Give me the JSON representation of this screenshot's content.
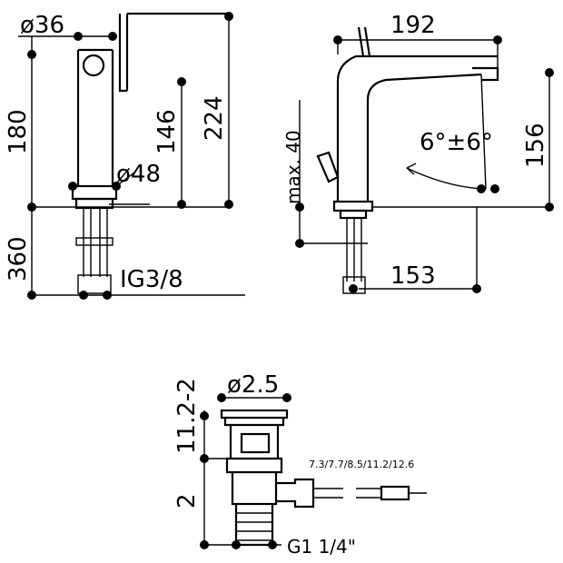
{
  "labels": {
    "diam_top": "ø36",
    "dim_180": "180",
    "dim_146": "146",
    "dim_224": "224",
    "diam_base": "ø48",
    "dim_360": "360",
    "thread_hose": "IG3/8",
    "dim_192": "192",
    "dim_max40": "max. 40",
    "angle": "6°±6°",
    "dim_156": "156",
    "dim_153": "153",
    "diam_drain": "ø2.5",
    "dim_drain_top": "11.2-2",
    "dim_drain_2": "2",
    "rod_lengths": "7.3/7.7/8.5/11.2/12.6",
    "thread_drain": "G1 1/4\""
  }
}
